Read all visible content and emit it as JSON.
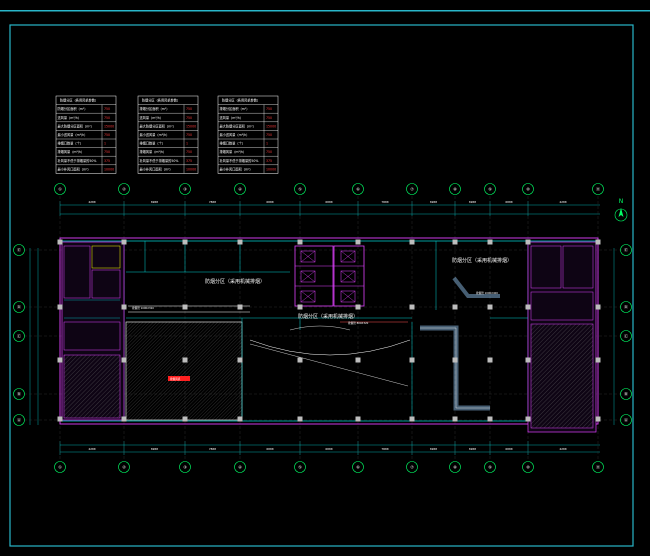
{
  "frame": {
    "border_color": "#29b6c9",
    "background": "#000000"
  },
  "north_arrow": {
    "label": "N",
    "color": "#00ff66"
  },
  "grid_columns": [
    "①",
    "②",
    "③",
    "④",
    "⑤",
    "⑥",
    "⑦",
    "⑧",
    "⑨",
    "⑩",
    "⑪"
  ],
  "grid_rows": [
    "Ⓔ",
    "Ⓓ",
    "Ⓒ",
    "Ⓑ",
    "Ⓐ"
  ],
  "dimensions_top": [
    "4200",
    "6900",
    "7800",
    "6000",
    "6000",
    "7800",
    "6900",
    "6900",
    "6000",
    "4200"
  ],
  "dimensions_bottom": [
    "4200",
    "6900",
    "7800",
    "6000",
    "6000",
    "7800",
    "6900",
    "6900",
    "6000",
    "4200"
  ],
  "summary_tables": [
    {
      "title": "防烟分区（各用风机参数）",
      "rows": [
        {
          "label": "防烟分区面积（m²）",
          "value": "750"
        },
        {
          "label": "送风量（m³/h）",
          "value": "750"
        },
        {
          "label": "最大防烟分区面积（m²）",
          "value": "15000"
        },
        {
          "label": "最小送风量（m³/h）",
          "value": "750"
        },
        {
          "label": "排烟口数量（个）",
          "value": "1"
        },
        {
          "label": "排烟风量（m³/h）",
          "value": "750"
        },
        {
          "label": "补风量不低于排烟量的50%",
          "value": "375"
        },
        {
          "label": "最小补风口面积（m²）",
          "value": "10000"
        }
      ]
    },
    {
      "title": "防烟分区（各用风机参数）",
      "rows": [
        {
          "label": "排烟分区面积（m²）",
          "value": "750"
        },
        {
          "label": "送风量（m³/h）",
          "value": "750"
        },
        {
          "label": "最大防烟分区面积（m²）",
          "value": "15000"
        },
        {
          "label": "最小送风量（m³/h）",
          "value": "750"
        },
        {
          "label": "排烟口数量（个）",
          "value": "1"
        },
        {
          "label": "排烟风量（m³/h）",
          "value": "750"
        },
        {
          "label": "补风量不低于排烟量的50%",
          "value": "375"
        },
        {
          "label": "最小补风口面积（m²）",
          "value": "10000"
        }
      ]
    },
    {
      "title": "防烟分区（各用风机参数）",
      "rows": [
        {
          "label": "排烟分区面积（m²）",
          "value": "750"
        },
        {
          "label": "送风量（m³/h）",
          "value": "750"
        },
        {
          "label": "最大防烟分区面积（m²）",
          "value": "15000"
        },
        {
          "label": "最小送风量（m³/h）",
          "value": "750"
        },
        {
          "label": "排烟口数量（个）",
          "value": "1"
        },
        {
          "label": "排烟风量（m³/h）",
          "value": "750"
        },
        {
          "label": "补风量不低于排烟量的50%",
          "value": "375"
        },
        {
          "label": "最小补风口面积（m²）",
          "value": "10000"
        }
      ]
    }
  ],
  "zones": {
    "left": "防烟分区（采用机械排烟）",
    "center": "防烟分区（采用机械排烟）",
    "right": "防烟分区（采用机械排烟）"
  },
  "annotations": {
    "left_duct": "排烟管 1000X320",
    "center_duct": "排烟管 800X320",
    "right_duct": "排烟管 1000X400",
    "red_tag": "排烟风机"
  }
}
